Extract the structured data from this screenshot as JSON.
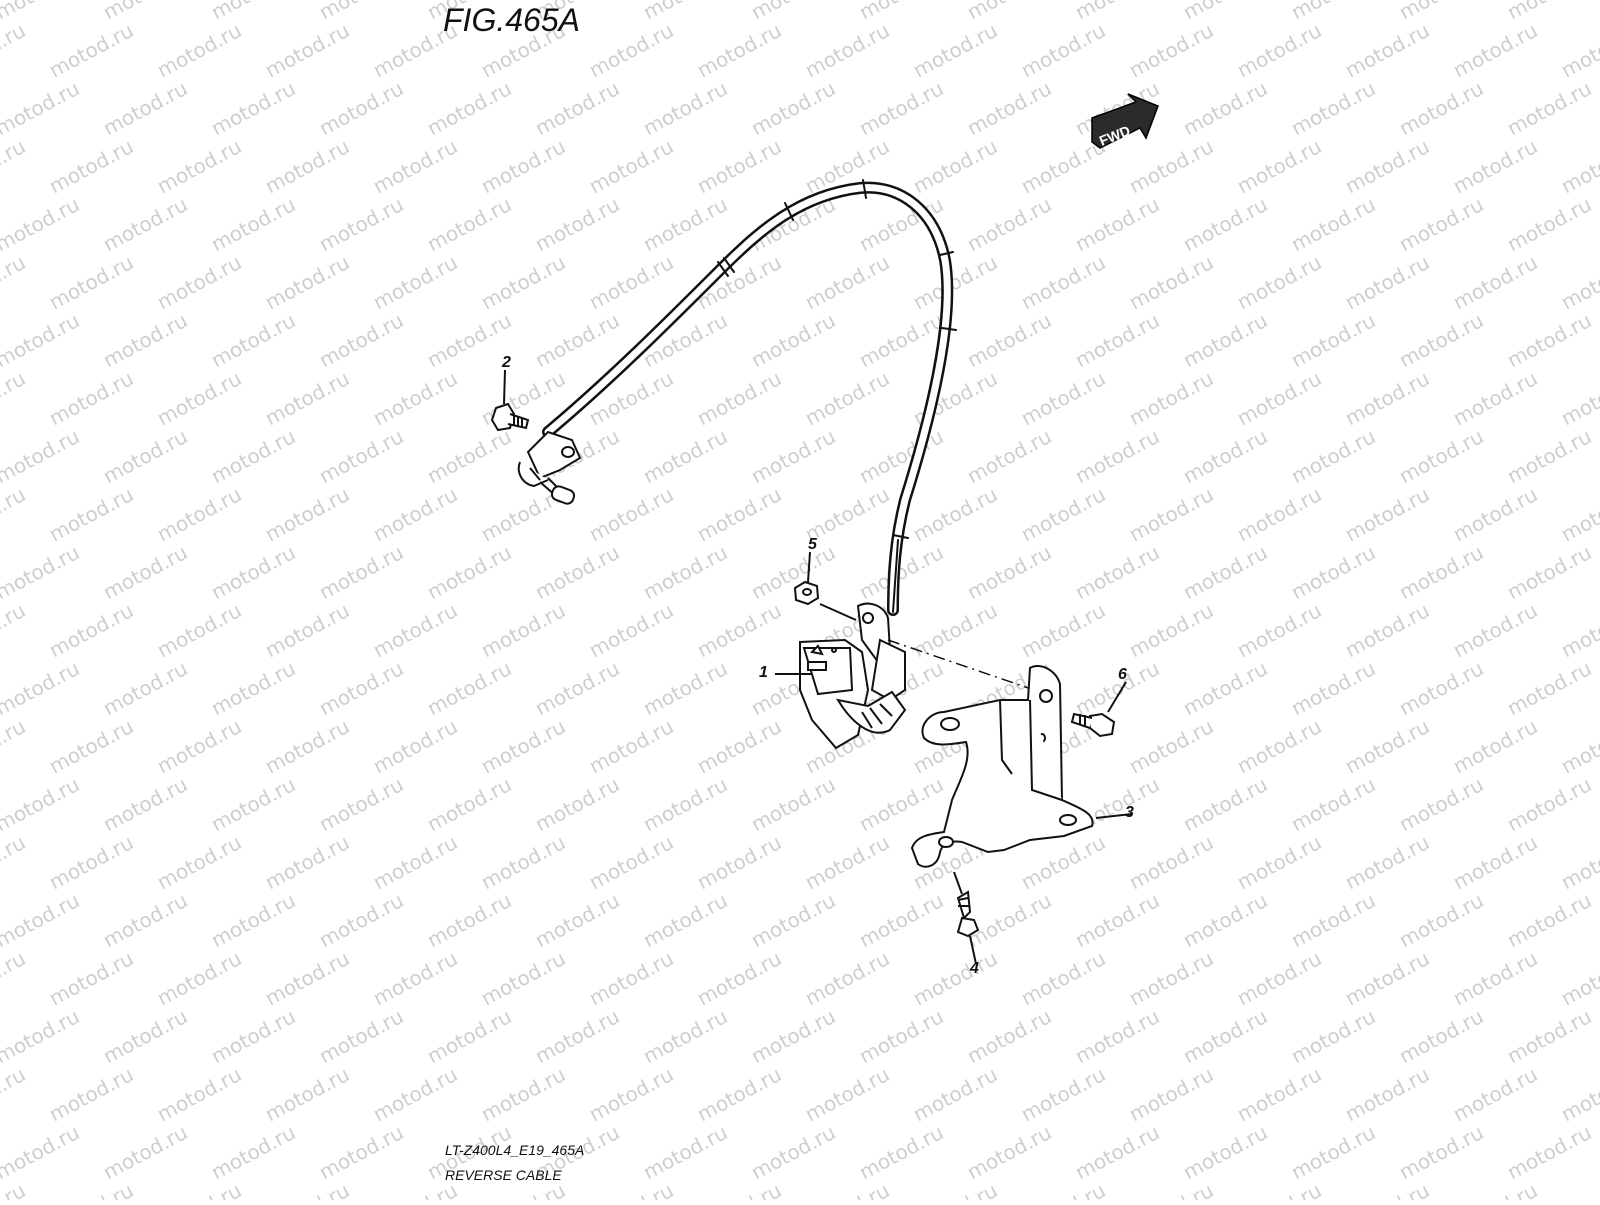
{
  "figure": {
    "title": "FIG.465A",
    "model_code": "LT-Z400L4_E19_465A",
    "caption": "REVERSE CABLE",
    "direction_label": "FWD",
    "watermark": "motod.ru"
  },
  "callouts": [
    "1",
    "2",
    "3",
    "4",
    "5",
    "6"
  ],
  "colors": {
    "line": "#111111",
    "watermark": "#c9c9c9",
    "background": "#ffffff"
  }
}
